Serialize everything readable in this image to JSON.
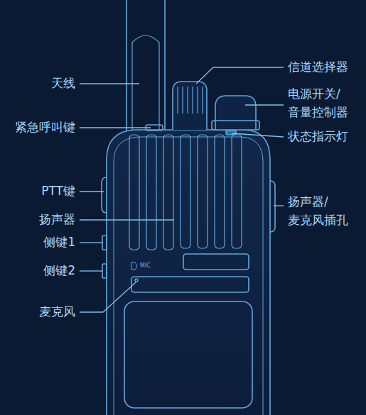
{
  "diagram": {
    "labels": [
      "天线",
      "紧急呼叫键",
      "PTT键",
      "扬声器",
      "侧键1",
      "侧键2",
      "麦克风",
      "信道选择器",
      "电源开关/ 音量控制器",
      "状态指示灯",
      "扬声器/ 麦克风插孔",
      "MIC"
    ]
  }
}
